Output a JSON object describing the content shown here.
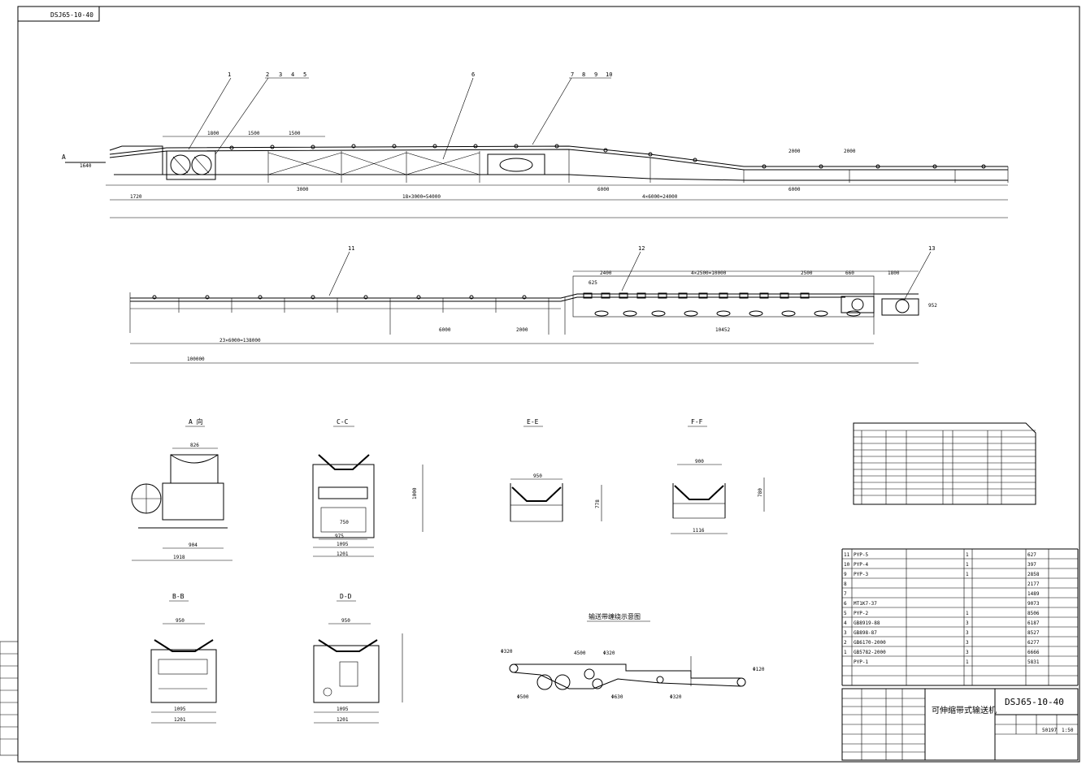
{
  "drawing_code_box": "DSJ65-10-40",
  "title_block": {
    "title": "可伸缩带式输送机",
    "code": "DSJ65-10-40",
    "scale": "1:50",
    "weight": "50197"
  },
  "callouts": [
    "1",
    "2",
    "3",
    "4",
    "5",
    "6",
    "7",
    "8",
    "9",
    "10",
    "11",
    "12",
    "13"
  ],
  "section_titles": {
    "a_view": "A  向",
    "c_c": "C-C",
    "e_e": "E-E",
    "f_f": "F-F",
    "b_b": "B-B",
    "d_d": "D-D",
    "schematic": "输送带缠绕示意图"
  },
  "overall_dims": {
    "top_left_1720": "1720",
    "top_1800": "1800",
    "top_1500a": "1500",
    "top_1500b": "1500",
    "top_3000": "3000",
    "top_segment": "18×3000=54000",
    "top_6000a": "6000",
    "top_segment2": "4×6000=24000",
    "top_2000a": "2000",
    "top_2000b": "2000",
    "top_6000b": "6000",
    "height_1640": "1640",
    "bottom_6000": "6000",
    "bottom_2000": "2000",
    "bottom_segment": "23×6000=138000",
    "bottom_total": "100000",
    "bottom_10452": "10452",
    "bottom_1800": "1800",
    "bottom_2400": "2400",
    "bottom_625": "625",
    "bottom_segment3": "4×2500=10000",
    "bottom_2500": "2500",
    "bottom_660": "660",
    "height_952": "952"
  },
  "view_dims": {
    "a_826": "826",
    "a_904": "904",
    "a_1918": "1918",
    "c_1000": "1000",
    "c_750": "750",
    "c_975": "975",
    "c_1095": "1095",
    "c_1201": "1201",
    "e_950": "950",
    "e_778": "778",
    "f_900": "900",
    "f_1116": "1116",
    "f_780": "780",
    "b_950": "950",
    "b_1095": "1095",
    "b_1201": "1201",
    "d_950": "950",
    "d_1095": "1095",
    "d_1201": "1201",
    "s_4500": "4500",
    "s_4320a": "Φ320",
    "s_4320b": "Φ320",
    "s_4320c": "Φ320",
    "s_4500b": "Φ500",
    "s_4630": "Φ630",
    "s_4120": "Φ120"
  },
  "parts": [
    {
      "no": "11",
      "code": "PYP-5",
      "name": "",
      "qty": "1",
      "weight": "627"
    },
    {
      "no": "10",
      "code": "PYP-4",
      "name": "",
      "qty": "1",
      "weight": "397"
    },
    {
      "no": "9",
      "code": "PYP-3",
      "name": "",
      "qty": "1",
      "weight": "2858"
    },
    {
      "no": "8",
      "code": "",
      "name": "",
      "qty": "",
      "weight": "2177"
    },
    {
      "no": "7",
      "code": "",
      "name": "",
      "qty": "",
      "weight": "1489"
    },
    {
      "no": "6",
      "code": "MT1K7-37",
      "name": "",
      "qty": "",
      "weight": "9073"
    },
    {
      "no": "5",
      "code": "PYP-2",
      "name": "",
      "qty": "1",
      "weight": "8506"
    },
    {
      "no": "4",
      "code": "GB8919-88",
      "name": "",
      "qty": "3",
      "weight": "6187"
    },
    {
      "no": "3",
      "code": "GB898-87",
      "name": "",
      "qty": "3",
      "weight": "8527"
    },
    {
      "no": "2",
      "code": "GB6170-2000",
      "name": "",
      "qty": "3",
      "weight": "6277"
    },
    {
      "no": "1",
      "code": "GB5782-2000",
      "name": "",
      "qty": "3",
      "weight": "6666"
    },
    {
      "no": "",
      "code": "PYP-1",
      "name": "",
      "qty": "1",
      "weight": "5831"
    }
  ]
}
